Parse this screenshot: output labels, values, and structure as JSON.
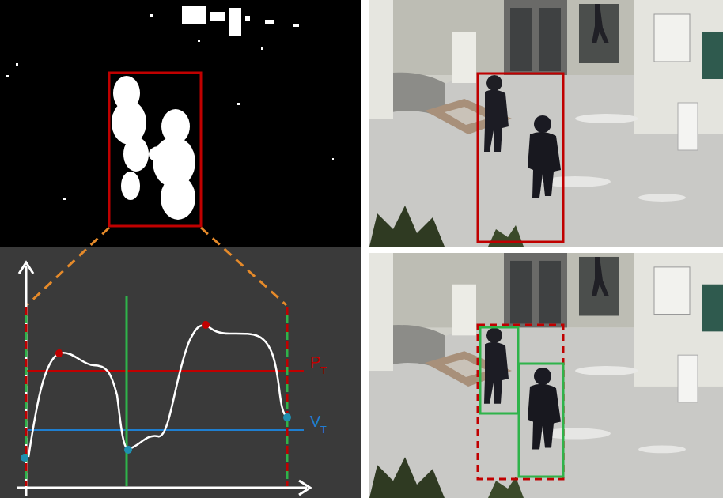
{
  "diagram": {
    "labels": [
      "P",
      "T",
      "V",
      "T"
    ]
  }
}
